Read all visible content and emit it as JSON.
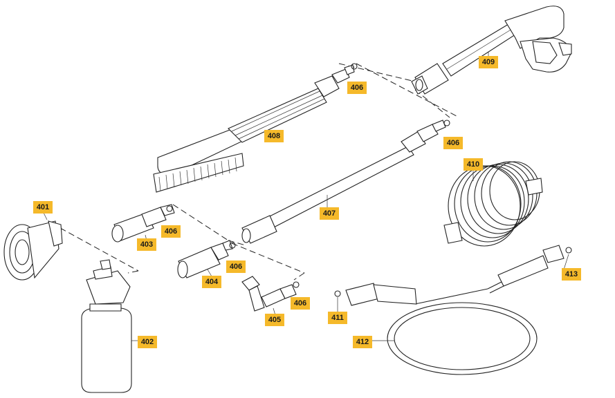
{
  "diagram": {
    "type": "exploded-parts-view",
    "labels": {
      "p401": "401",
      "p402": "402",
      "p403": "403",
      "p404": "404",
      "p405": "405",
      "p406a": "406",
      "p406b": "406",
      "p406c": "406",
      "p406d": "406",
      "p406e": "406",
      "p407": "407",
      "p408": "408",
      "p409": "409",
      "p410": "410",
      "p411": "411",
      "p412": "412",
      "p413": "413"
    },
    "colors": {
      "label_background": "#f5b92a",
      "label_text": "#1a1a1a",
      "line_art": "#222222"
    }
  }
}
